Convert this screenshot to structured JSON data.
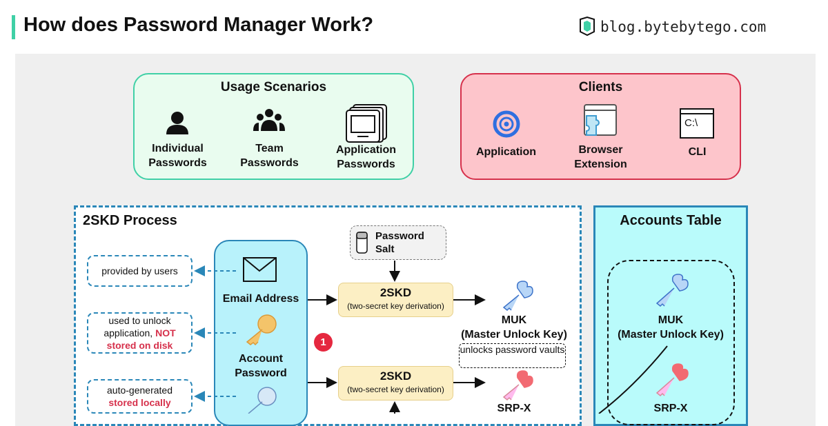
{
  "header": {
    "title": "How does Password Manager Work?",
    "logo_text": "blog.bytebytego.com"
  },
  "usage": {
    "title": "Usage Scenarios",
    "items": [
      {
        "label1": "Individual",
        "label2": "Passwords",
        "icon": "person-icon"
      },
      {
        "label1": "Team",
        "label2": "Passwords",
        "icon": "group-icon"
      },
      {
        "label1": "Application",
        "label2": "Passwords",
        "icon": "monitor-stack-icon"
      }
    ]
  },
  "clients": {
    "title": "Clients",
    "items": [
      {
        "label1": "Application",
        "icon": "app-swirl-icon"
      },
      {
        "label1": "Browser",
        "label2": "Extension",
        "icon": "puzzle-browser-icon"
      },
      {
        "label1": "CLI",
        "icon": "terminal-icon"
      }
    ],
    "cli_glyph": "C:\\"
  },
  "process": {
    "title": "2SKD Process",
    "notes": {
      "n1": "provided by users",
      "n2a": "used to unlock",
      "n2b": "application, ",
      "n2c": "NOT",
      "n2d": "stored on disk",
      "n3a": "auto-generated",
      "n3b": "stored locally"
    },
    "column": {
      "email": "Email Address",
      "pw1": "Account",
      "pw2": "Password"
    },
    "salt1": "Password",
    "salt2": "Salt",
    "skd_title": "2SKD",
    "skd_sub": "(two-secret key derivation)",
    "badge": "1",
    "muk": "MUK",
    "muk_full": "(Master Unlock Key)",
    "unlocks": "unlocks password vaults",
    "srp": "SRP-X"
  },
  "accounts": {
    "title": "Accounts Table",
    "muk": "MUK",
    "muk_full": "(Master Unlock Key)",
    "srp": "SRP-X"
  },
  "colors": {
    "accent_green": "#3fd0a6",
    "accent_red": "#d6304b",
    "accent_blue": "#2a87b8",
    "cyan": "#b9fbfb"
  }
}
